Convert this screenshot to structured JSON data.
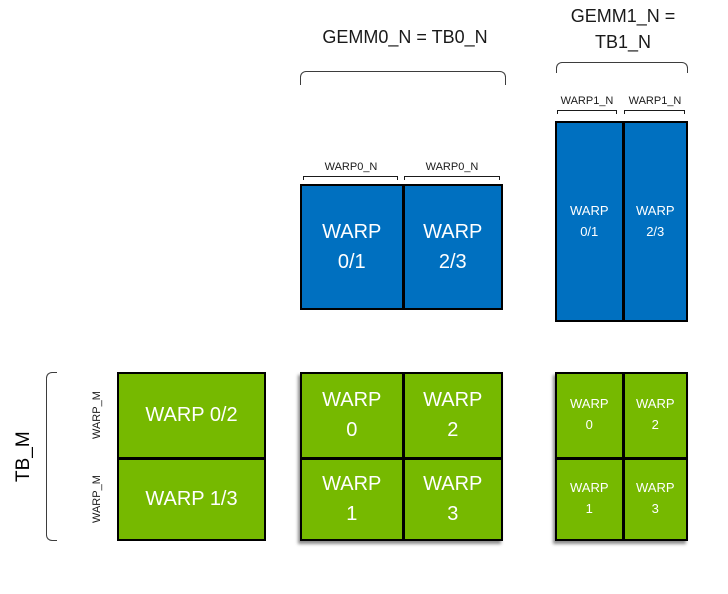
{
  "colors": {
    "blue": "#0070C0",
    "green": "#76B900"
  },
  "headers": {
    "gemm0": "GEMM0_N = TB0_N",
    "gemm1_line1": "GEMM1_N =",
    "gemm1_line2": "TB1_N"
  },
  "labels": {
    "warp0_n_left": "WARP0_N",
    "warp0_n_right": "WARP0_N",
    "warp1_n_left": "WARP1_N",
    "warp1_n_right": "WARP1_N",
    "tb_m": "TB_M",
    "warp_m_top": "WARP_M",
    "warp_m_bottom": "WARP_M"
  },
  "blue_mid": {
    "cells": [
      {
        "line1": "WARP",
        "line2": "0/1"
      },
      {
        "line1": "WARP",
        "line2": "2/3"
      }
    ]
  },
  "blue_right": {
    "cells": [
      {
        "line1": "WARP",
        "line2": "0/1"
      },
      {
        "line1": "WARP",
        "line2": "2/3"
      }
    ]
  },
  "green_left": {
    "cells": [
      {
        "label": "WARP 0/2"
      },
      {
        "label": "WARP 1/3"
      }
    ]
  },
  "green_mid": {
    "cells": [
      {
        "line1": "WARP",
        "line2": "0"
      },
      {
        "line1": "WARP",
        "line2": "2"
      },
      {
        "line1": "WARP",
        "line2": "1"
      },
      {
        "line1": "WARP",
        "line2": "3"
      }
    ]
  },
  "green_right": {
    "cells": [
      {
        "line1": "WARP",
        "line2": "0"
      },
      {
        "line1": "WARP",
        "line2": "2"
      },
      {
        "line1": "WARP",
        "line2": "1"
      },
      {
        "line1": "WARP",
        "line2": "3"
      }
    ]
  }
}
